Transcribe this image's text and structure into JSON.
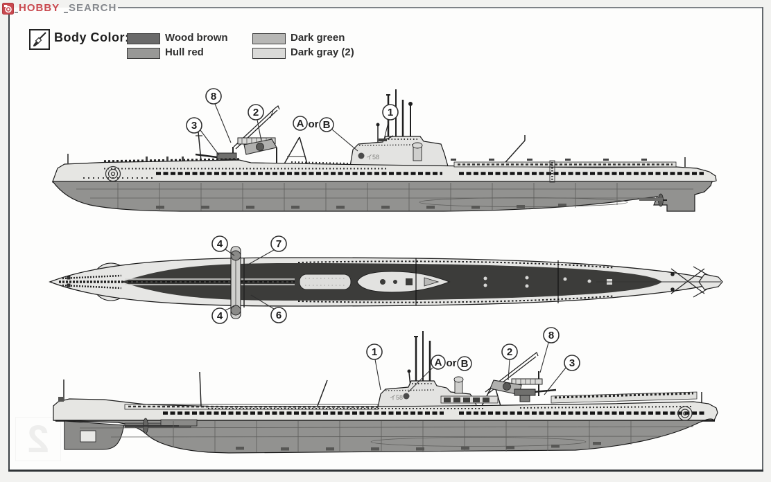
{
  "brand": {
    "name_primary": "HOBBY",
    "name_secondary": "SEARCH",
    "accent_color": "#c9494f"
  },
  "legend": {
    "title": "Body Color:",
    "items": [
      {
        "name": "Wood brown",
        "swatch": "#6a6a6a"
      },
      {
        "name": "Hull red",
        "swatch": "#989896"
      },
      {
        "name": "Dark green",
        "swatch": "#b7b7b5"
      },
      {
        "name": "Dark gray (2)",
        "swatch": "#dadad8"
      }
    ]
  },
  "drawing": {
    "top_profile": {
      "view": "starboard side profile",
      "sail_marking": "イ58",
      "callouts": [
        {
          "label": "8"
        },
        {
          "label": "2"
        },
        {
          "label": "3"
        },
        {
          "label": "1"
        }
      ],
      "option": {
        "a": "A",
        "or": "or",
        "b": "B"
      }
    },
    "plan_view": {
      "view": "top plan view",
      "callouts": [
        {
          "label": "4"
        },
        {
          "label": "7"
        },
        {
          "label": "4"
        },
        {
          "label": "6"
        }
      ]
    },
    "bottom_profile": {
      "view": "port side profile",
      "sail_marking": "イ58",
      "callouts": [
        {
          "label": "1"
        },
        {
          "label": "2"
        },
        {
          "label": "8"
        },
        {
          "label": "3"
        }
      ],
      "option": {
        "a": "A",
        "or": "or",
        "b": "B"
      }
    }
  },
  "ghost_page_digit": "2"
}
